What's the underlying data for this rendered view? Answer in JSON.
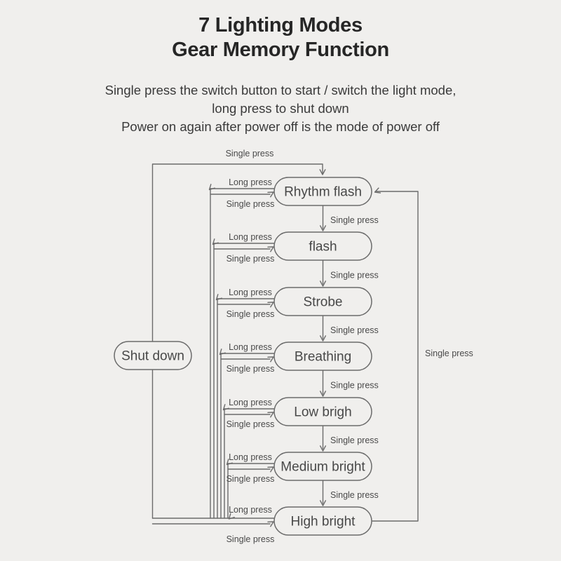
{
  "page": {
    "title_line1": "7 Lighting Modes",
    "title_line2": "Gear Memory Function",
    "subtitle_line1": "Single press the switch button to start / switch the light mode,",
    "subtitle_line2": "long press to shut down",
    "subtitle_line3": "Power on again after power off is the mode of power off"
  },
  "flow": {
    "modes": [
      "Rhythm flash",
      "flash",
      "Strobe",
      "Breathing",
      "Low brigh",
      "Medium bright",
      "High bright"
    ],
    "shutdown_label": "Shut down",
    "edge_labels": {
      "single_press": "Single press",
      "long_press": "Long press"
    }
  },
  "colors": {
    "background": "#f0efed",
    "line": "#6b6b6b",
    "title_text": "#262626",
    "body_text": "#3a3a3a",
    "node_text": "#484848",
    "label_text": "#4a4a4a"
  }
}
